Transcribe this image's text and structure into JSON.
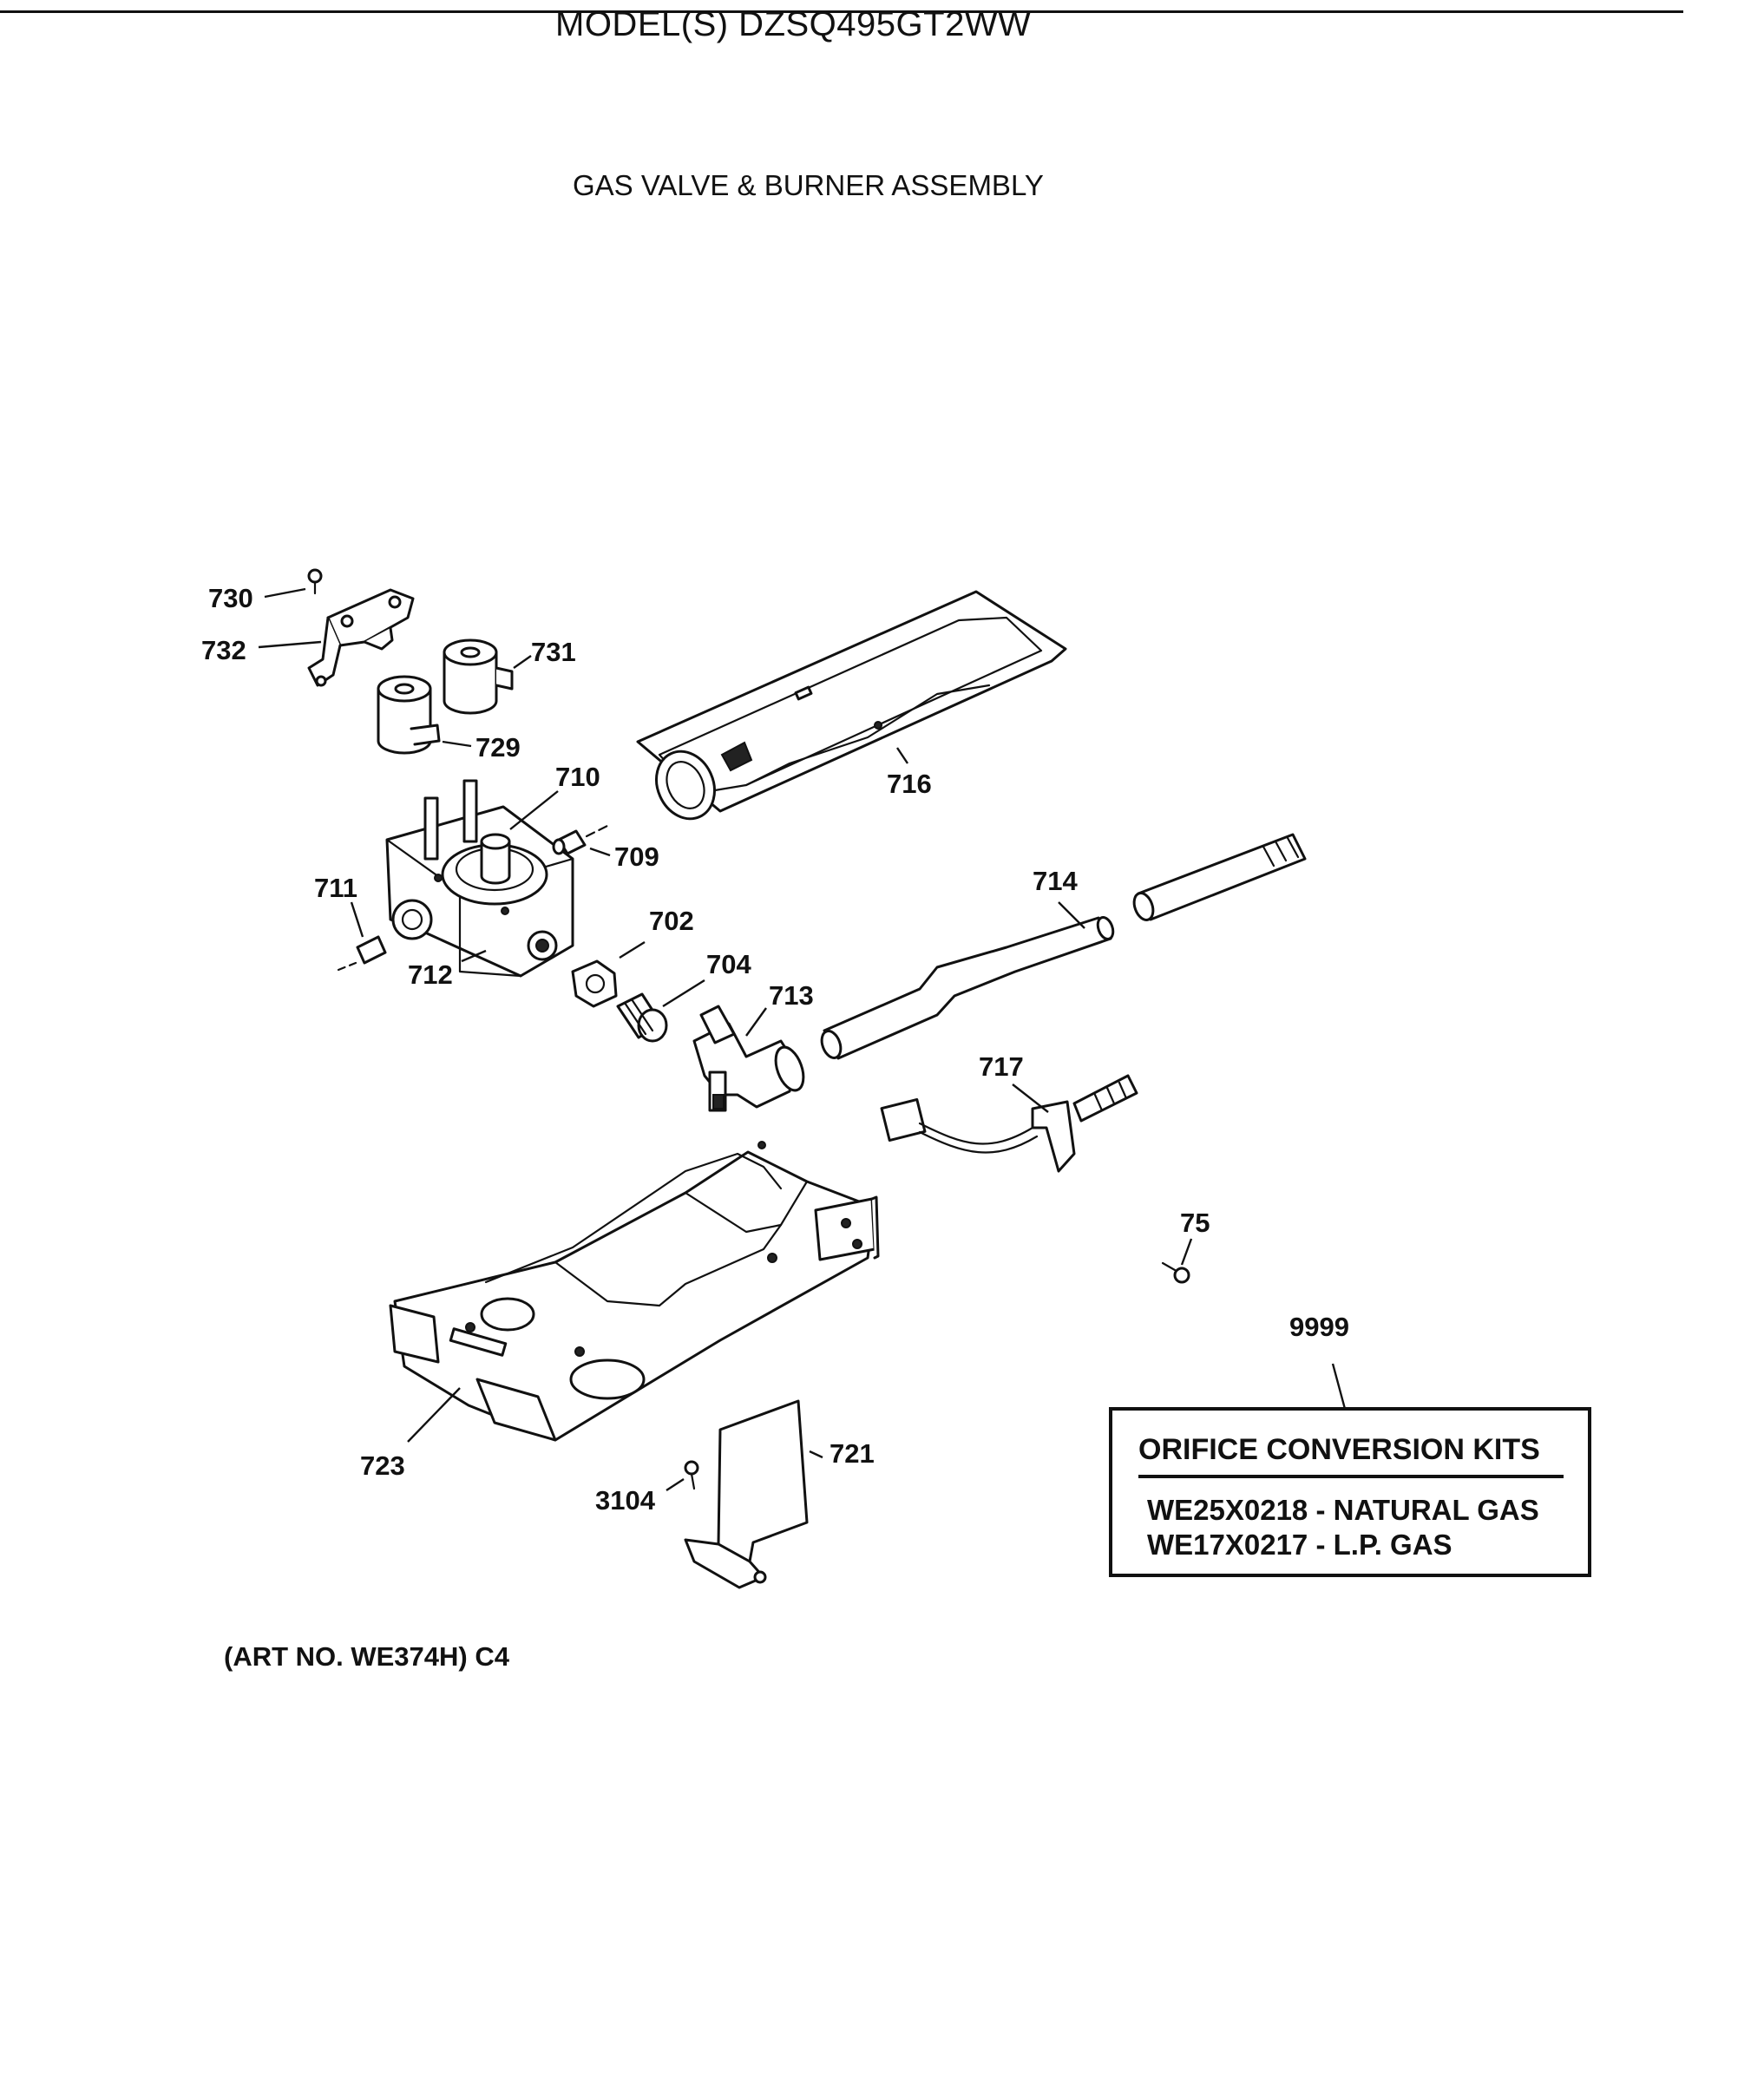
{
  "header": {
    "model": "MODEL(S) DZSQ495GT2WW",
    "subtitle": "GAS VALVE & BURNER ASSEMBLY"
  },
  "parts": {
    "p730": "730",
    "p732": "732",
    "p731": "731",
    "p729": "729",
    "p710": "710",
    "p716": "716",
    "p709": "709",
    "p711": "711",
    "p702": "702",
    "p714": "714",
    "p712": "712",
    "p704": "704",
    "p713": "713",
    "p717": "717",
    "p75": "75",
    "p9999": "9999",
    "p723": "723",
    "p721": "721",
    "p3104": "3104"
  },
  "kits": {
    "title": "ORIFICE CONVERSION KITS",
    "natural": "WE25X0218 - NATURAL GAS",
    "lp": "WE17X0217 - L.P. GAS"
  },
  "footer": {
    "art_no": "(ART NO. WE374H) C4"
  }
}
